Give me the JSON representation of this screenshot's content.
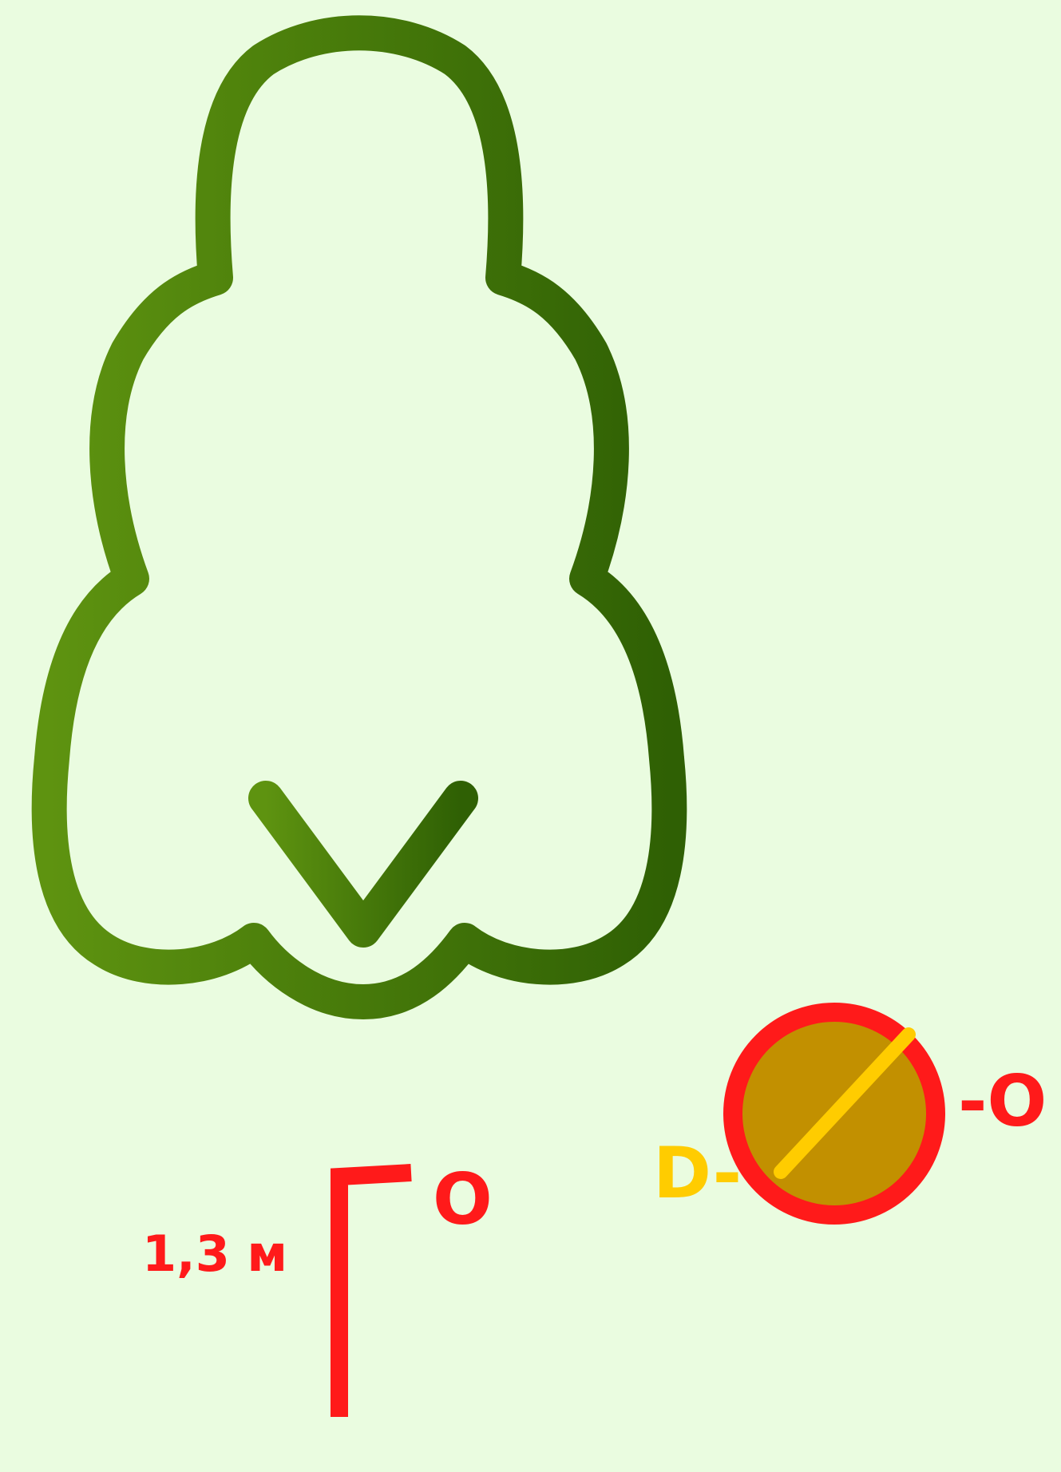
{
  "colors": {
    "background": "#eafce0",
    "tree_light": "#5e9310",
    "tree_dark": "#2f6004",
    "measure": "#ff1a1a",
    "diameter": "#ffcc00",
    "cross_section_fill": "#c29000"
  },
  "labels": {
    "height": "1,3 м",
    "circumference_tree": "O",
    "circumference_cross": "-O",
    "diameter": "D-"
  },
  "icons": {
    "tree": "tree-icon",
    "cross_section": "trunk-cross-section-icon"
  }
}
